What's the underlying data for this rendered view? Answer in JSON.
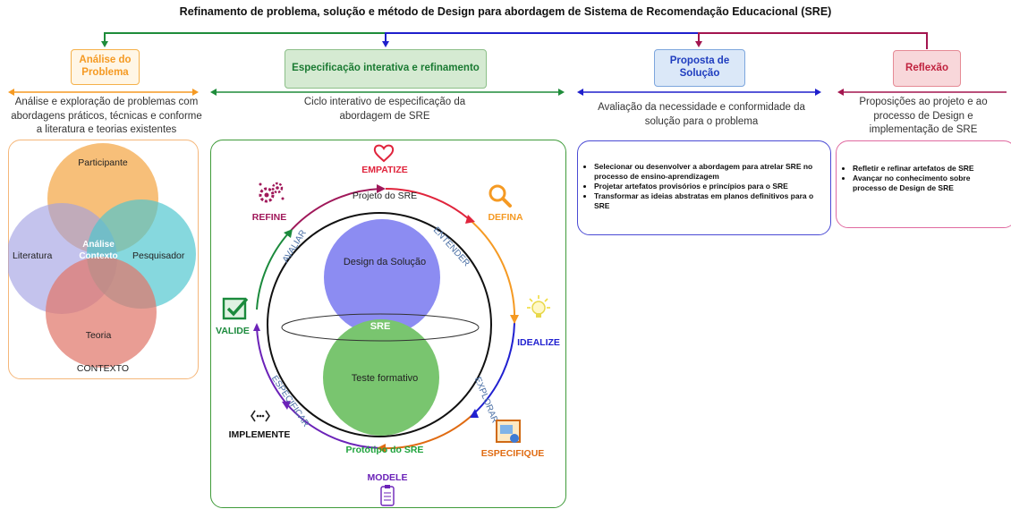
{
  "title": "Refinamento de problema, solução e método de Design para abordagem de Sistema de Recomendação Educacional (SRE)",
  "sections": {
    "analise": {
      "header": "Análise do Problema",
      "description": "Análise e exploração de problemas com abordagens práticos, técnicas e conforme a literatura e teorias existentes",
      "venn": {
        "participante": "Participante",
        "literatura": "Literatura",
        "pesquisador": "Pesquisador",
        "teoria": "Teoria",
        "center_line1": "Análise",
        "center_line2": "Contexto",
        "context_label": "CONTEXTO"
      }
    },
    "especificacao": {
      "header": "Especificação interativa e refinamento",
      "description": "Ciclo interativo de especificação da abordagem de SRE"
    },
    "proposta": {
      "header": "Proposta de Solução",
      "description": "Avaliação da necessidade e conformidade da solução para o problema",
      "bullets": [
        "Selecionar ou desenvolver a abordagem para atrelar SRE no processo de ensino-aprendizagem",
        "Projetar artefatos provisórios e princípios para o SRE",
        "Transformar as ideias abstratas em planos definitivos para o SRE"
      ]
    },
    "reflexao": {
      "header": "Reflexão",
      "description": "Proposições ao projeto e ao processo de Design e implementação de SRE",
      "bullets": [
        "Refletir e refinar artefatos de SRE",
        "Avançar no conhecimento sobre processo de Design de SRE"
      ]
    }
  },
  "cycle": {
    "stages": {
      "empatize": "EMPATIZE",
      "defina": "DEFINA",
      "idealize": "IDEALIZE",
      "especifique": "ESPECIFIQUE",
      "modele": "MODELE",
      "implemente": "IMPLEMENTE",
      "valide": "VALIDE",
      "refine": "REFINE"
    },
    "arc_labels": {
      "entender": "ENTENDER",
      "explorar": "EXPLORAR",
      "especificar": "ESPECIFICAR",
      "avaliar": "AVALIAR"
    },
    "projeto": "Projeto do SRE",
    "prototipo": "Protótipo do SRE",
    "design": "Design da Solução",
    "sre": "SRE",
    "teste": "Teste formativo"
  },
  "colors": {
    "orange": "#f59a23",
    "green": "#1e8c3a",
    "blue": "#1f1fcc",
    "crimson": "#a3154f",
    "empatize": "#e0243c",
    "idealize": "#2020d0",
    "especifique": "#e06b12",
    "modele": "#6b22b8",
    "valide": "#1b8a3c",
    "refine": "#a0185a"
  }
}
